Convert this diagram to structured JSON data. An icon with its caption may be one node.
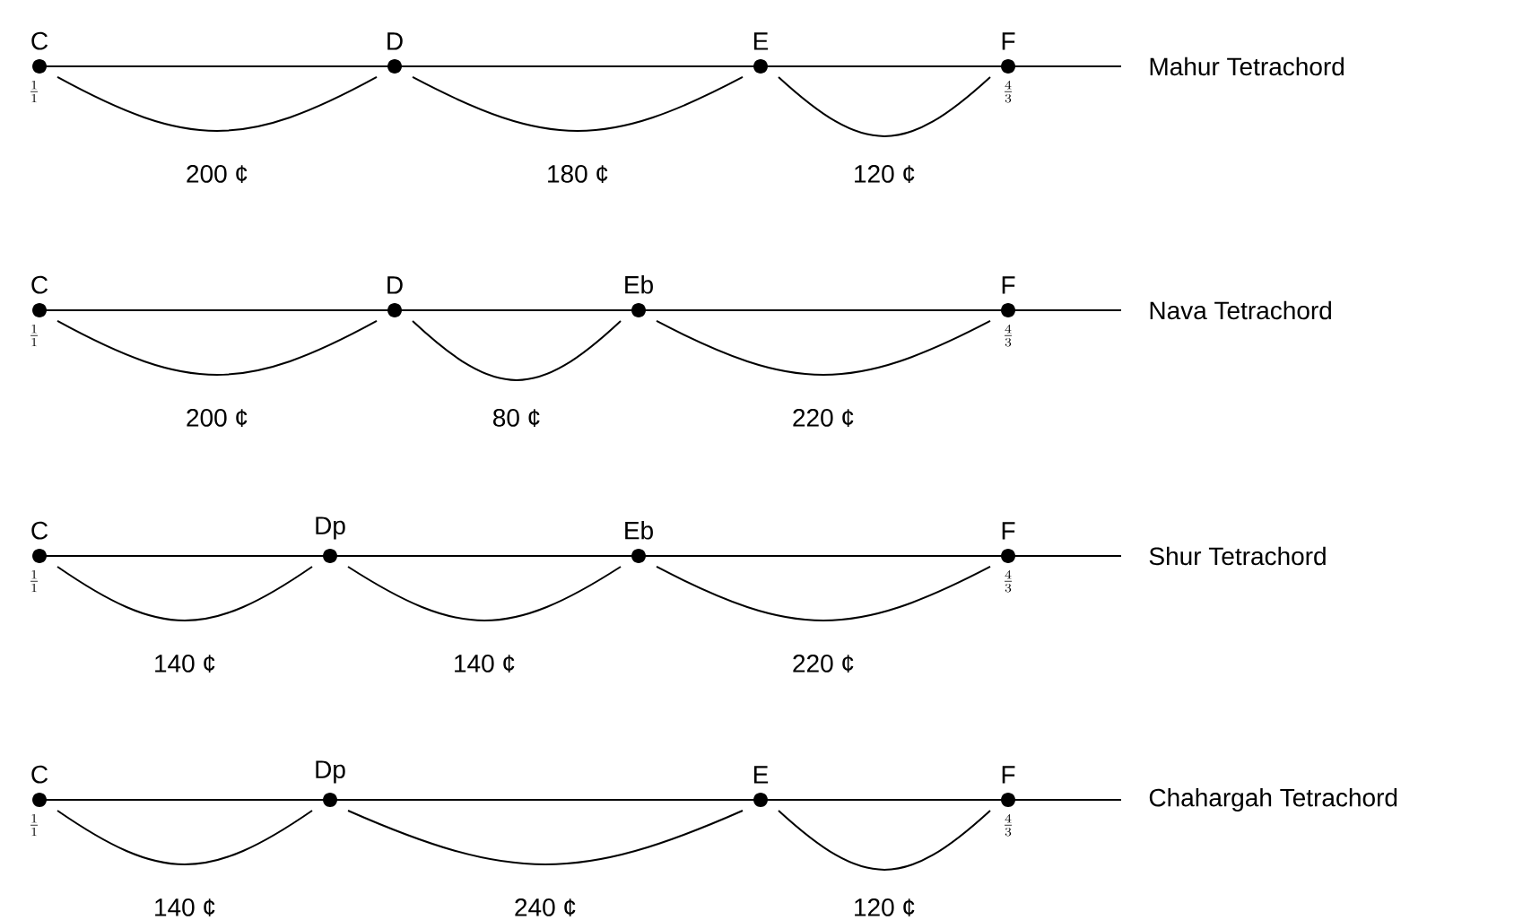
{
  "diagram": {
    "nodes": [
      {
        "text": [
          "C"
        ],
        "beside": [
          "\\frac{1}{1}"
        ]
      },
      {
        "text": [
          "D"
        ]
      },
      {
        "text": [
          "E"
        ]
      },
      {
        "text": [
          "F"
        ],
        "beside": [
          "\\frac{4}{3}"
        ]
      },
      {
        "text": [
          "C"
        ],
        "beside": [
          "\\frac{1}{1}"
        ]
      },
      {
        "text": [
          "D"
        ]
      },
      {
        "text": [
          "Eb"
        ]
      },
      {
        "text": [
          "F"
        ],
        "beside": [
          "\\frac{4}{3}"
        ]
      },
      {
        "text": [
          "C"
        ],
        "beside": [
          "\\frac{1}{1}"
        ]
      },
      {
        "text": [
          "Dp"
        ]
      },
      {
        "text": [
          "Eb"
        ]
      },
      {
        "text": [
          "F"
        ],
        "beside": [
          "\\frac{4}{3}"
        ]
      },
      {
        "text": [
          "C"
        ],
        "beside": [
          "\\frac{1}{1}"
        ]
      },
      {
        "text": [
          "Dp"
        ]
      },
      {
        "text": [
          "E"
        ]
      },
      {
        "text": [
          "F"
        ],
        "beside": [
          "\\frac{4}{3}"
        ]
      }
    ],
    "edges": [
      {
        "from": 0,
        "to": 1,
        "arrow": "none",
        "label": "200 ¢"
      },
      {
        "from": 1,
        "to": 2,
        "arrow": "none",
        "label": "180 ¢"
      },
      {
        "from": 2,
        "to": 3,
        "arrow": "none",
        "label": "120 ¢"
      },
      {
        "from": 4,
        "to": 5,
        "arrow": "none",
        "label": "200 ¢"
      },
      {
        "from": 5,
        "to": 6,
        "arrow": "none",
        "label": "80 ¢"
      },
      {
        "from": 6,
        "to": 7,
        "arrow": "none",
        "label": "220 ¢"
      },
      {
        "from": 8,
        "to": 9,
        "arrow": "none",
        "label": "140 ¢"
      },
      {
        "from": 9,
        "to": 10,
        "arrow": "none",
        "label": "140 ¢"
      },
      {
        "from": 10,
        "to": 11,
        "arrow": "none",
        "label": "220 ¢"
      },
      {
        "from": 12,
        "to": 13,
        "arrow": "none",
        "label": "140 ¢"
      },
      {
        "from": 13,
        "to": 14,
        "arrow": "none",
        "label": "240 ¢"
      },
      {
        "from": 14,
        "to": 15,
        "arrow": "none",
        "label": "120 ¢"
      }
    ],
    "labels": [
      "Mahur Tetrachord",
      "Nava Tetrachord",
      "Shur Tetrachord",
      "Chahargah Tetrachord"
    ]
  }
}
